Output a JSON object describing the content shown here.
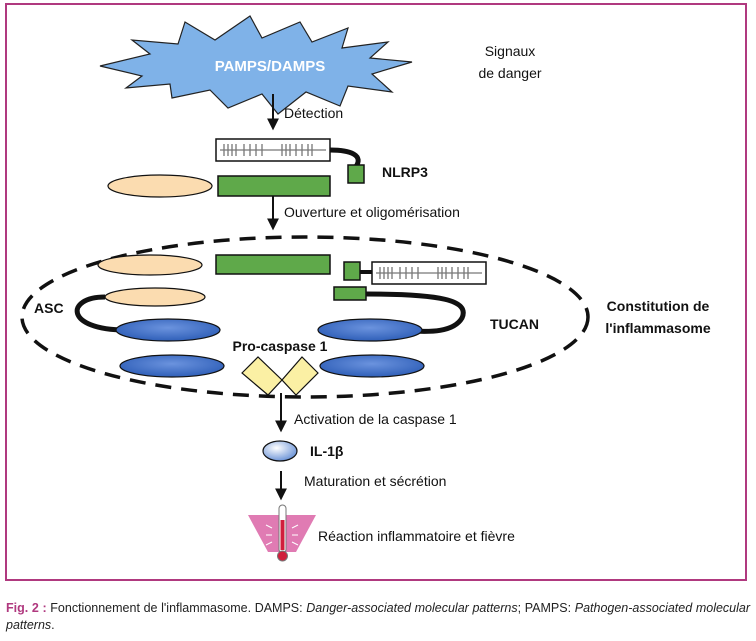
{
  "diagram": {
    "pamps_label": "PAMPS/DAMPS",
    "danger_line1": "Signaux",
    "danger_line2": "de danger",
    "detection": "Détection",
    "nlrp3": "NLRP3",
    "oligomerisation": "Ouverture et oligomérisation",
    "asc": "ASC",
    "tucan": "TUCAN",
    "constitution_line1": "Constitution de",
    "constitution_line2": "l'inflammasome",
    "procaspase": "Pro-caspase 1",
    "activation": "Activation de la caspase 1",
    "il1b": "IL-1β",
    "maturation": "Maturation et sécrétion",
    "reaction": "Réaction inflammatoire et fièvre"
  },
  "caption": {
    "fig_label": "Fig. 2 :",
    "text1": " Fonctionnement de l'inflammasome. DAMPS: ",
    "italic1": "Danger-associated molecular patterns",
    "text2": "; PAMPS: ",
    "italic2": "Pathogen-associated molecular patterns",
    "text3": "."
  },
  "colors": {
    "frame": "#b0397f",
    "starburst": "#7fb2e8",
    "nacht_green": "#5fa94a",
    "pyd_beige": "#fbdcb0",
    "card_blue": "#3f6fc7",
    "caspase_yellow": "#fbf0a4",
    "thermometer_pink": "#e07bb3"
  }
}
